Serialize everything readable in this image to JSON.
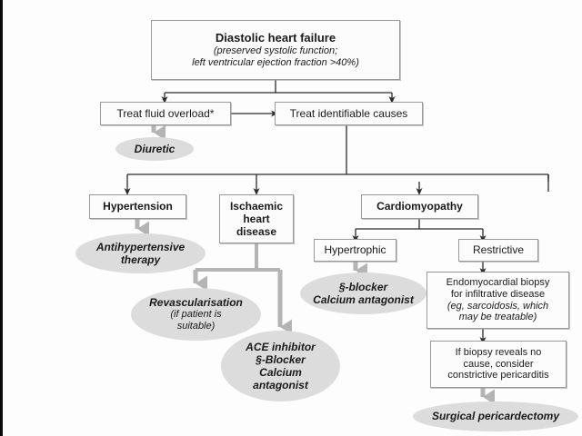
{
  "diagram": {
    "title": "Diastolic heart failure management algorithm",
    "colors": {
      "background": "#fdfdfd",
      "box_fill": "#fcfcfc",
      "box_border": "#9a9a9a",
      "ellipse_fill": "#dcdcdc",
      "black_connector": "#2b2b2b",
      "gray_connector": "#b4b4b4",
      "text": "#1a1a1a"
    },
    "nodes": {
      "root": {
        "shape": "box",
        "lines": [
          "Diastolic heart failure",
          "(preserved systolic function;",
          "left ventricular ejection fraction >40%)"
        ]
      },
      "fluid_overload": {
        "shape": "box",
        "lines": [
          "Treat fluid overload*"
        ]
      },
      "identifiable_causes": {
        "shape": "box",
        "lines": [
          "Treat identifiable causes"
        ]
      },
      "diuretic": {
        "shape": "ellipse",
        "lines": [
          "Diuretic"
        ]
      },
      "hypertension": {
        "shape": "box",
        "lines": [
          "Hypertension"
        ]
      },
      "ischaemic": {
        "shape": "box",
        "lines": [
          "Ischaemic",
          "heart",
          "disease"
        ]
      },
      "cardiomyopathy": {
        "shape": "box",
        "lines": [
          "Cardiomyopathy"
        ]
      },
      "antihypertensive": {
        "shape": "ellipse",
        "lines": [
          "Antihypertensive",
          "therapy"
        ]
      },
      "revascularisation": {
        "shape": "ellipse",
        "lines": [
          "Revascularisation",
          "(if patient is",
          "suitable)"
        ]
      },
      "ace_combo": {
        "shape": "ellipse",
        "lines": [
          "ACE inhibitor",
          "§-Blocker",
          "Calcium",
          "antagonist"
        ]
      },
      "hypertrophic": {
        "shape": "box",
        "lines": [
          "Hypertrophic"
        ]
      },
      "restrictive": {
        "shape": "box",
        "lines": [
          "Restrictive"
        ]
      },
      "blocker_calcium": {
        "shape": "ellipse",
        "lines": [
          "§-blocker",
          "Calcium antagonist"
        ]
      },
      "endomyocardial": {
        "shape": "box",
        "lines": [
          "Endomyocardial biopsy",
          "for infiltrative disease",
          "(eg, sarcoidosis, which",
          "may be treatable)"
        ]
      },
      "biopsy_negative": {
        "shape": "box",
        "lines": [
          "If biopsy reveals no",
          "cause, consider",
          "constrictive pericarditis"
        ]
      },
      "pericardectomy": {
        "shape": "ellipse",
        "lines": [
          "Surgical pericardectomy"
        ]
      }
    }
  }
}
